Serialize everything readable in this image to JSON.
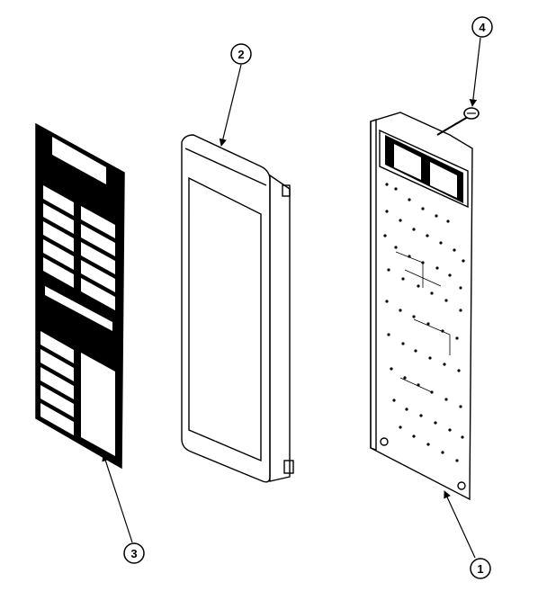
{
  "callouts": [
    {
      "id": "1",
      "label": "1",
      "part": "circuit-board"
    },
    {
      "id": "2",
      "label": "2",
      "part": "control-panel-housing"
    },
    {
      "id": "3",
      "label": "3",
      "part": "keypad-overlay"
    },
    {
      "id": "4",
      "label": "4",
      "part": "mounting-screw"
    }
  ],
  "colors": {
    "ink": "#000000",
    "paper": "#ffffff"
  }
}
